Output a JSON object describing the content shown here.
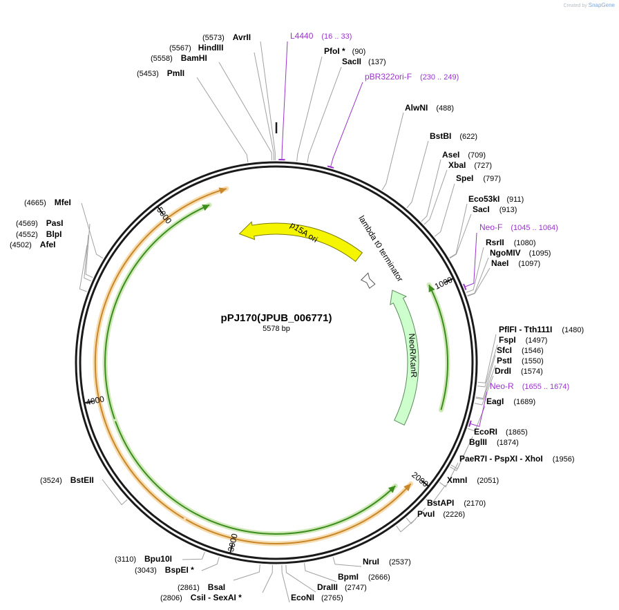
{
  "header": {
    "created_by": "Created by",
    "brand": "SnapGene"
  },
  "plasmid": {
    "name": "pPJ170(JPUB_006771)",
    "size_label": "5578 bp",
    "length": 5578
  },
  "colors": {
    "backbone": "#1a1a1a",
    "primer": "#9933cc",
    "leader": "#a0a0a0",
    "p15a": "#f5f500",
    "neo": "#ccffcc",
    "orange_arc": "#c8872a",
    "green_arc": "#3c8c1e",
    "terminator": "#ffffff"
  },
  "ticks": [
    {
      "pos": 1000,
      "label": "1000"
    },
    {
      "pos": 2000,
      "label": "2000"
    },
    {
      "pos": 3000,
      "label": "3000"
    },
    {
      "pos": 4000,
      "label": "4000"
    },
    {
      "pos": 5000,
      "label": "5000"
    }
  ],
  "features": [
    {
      "name": "p15A ori",
      "color": "#f5f500",
      "icon": "arrow-feature-ccw"
    },
    {
      "name": "lambda t0 terminator",
      "color": "#ffffff",
      "icon": "arrow-feature-ccw"
    },
    {
      "name": "NeoR/KanR",
      "color": "#ccffcc",
      "icon": "arrow-feature-ccw"
    }
  ],
  "primers": [
    {
      "name": "L4440",
      "range": "(16 .. 33)"
    },
    {
      "name": "pBR322ori-F",
      "range": "(230 .. 249)"
    },
    {
      "name": "Neo-F",
      "range": "(1045 .. 1064)"
    },
    {
      "name": "Neo-R",
      "range": "(1655 .. 1674)"
    }
  ],
  "sites": [
    {
      "name": "AvrII",
      "pos": "(5573)",
      "side": "left"
    },
    {
      "name": "HindIII",
      "pos": "(5567)",
      "side": "left"
    },
    {
      "name": "BamHI",
      "pos": "(5558)",
      "side": "left"
    },
    {
      "name": "PmlI",
      "pos": "(5453)",
      "side": "left"
    },
    {
      "name": "PfoI *",
      "pos": "(90)",
      "side": "right"
    },
    {
      "name": "SacII",
      "pos": "(137)",
      "side": "right"
    },
    {
      "name": "AlwNI",
      "pos": "(488)",
      "side": "right"
    },
    {
      "name": "BstBI",
      "pos": "(622)",
      "side": "right"
    },
    {
      "name": "AseI",
      "pos": "(709)",
      "side": "right"
    },
    {
      "name": "XbaI",
      "pos": "(727)",
      "side": "right"
    },
    {
      "name": "SpeI",
      "pos": "(797)",
      "side": "right"
    },
    {
      "name": "Eco53kI",
      "pos": "(911)",
      "side": "right"
    },
    {
      "name": "SacI",
      "pos": "(913)",
      "side": "right"
    },
    {
      "name": "RsrII",
      "pos": "(1080)",
      "side": "right"
    },
    {
      "name": "NgoMIV",
      "pos": "(1095)",
      "side": "right"
    },
    {
      "name": "NaeI",
      "pos": "(1097)",
      "side": "right"
    },
    {
      "name": "PflFI  - Tth111I",
      "pos": "(1480)",
      "side": "right"
    },
    {
      "name": "FspI",
      "pos": "(1497)",
      "side": "right"
    },
    {
      "name": "SfcI",
      "pos": "(1546)",
      "side": "right"
    },
    {
      "name": "PstI",
      "pos": "(1550)",
      "side": "right"
    },
    {
      "name": "DrdI",
      "pos": "(1574)",
      "side": "right"
    },
    {
      "name": "EagI",
      "pos": "(1689)",
      "side": "right"
    },
    {
      "name": "EcoRI",
      "pos": "(1865)",
      "side": "right"
    },
    {
      "name": "BglII",
      "pos": "(1874)",
      "side": "right"
    },
    {
      "name": "PaeR7I  - PspXI  - XhoI",
      "pos": "(1956)",
      "side": "right"
    },
    {
      "name": "XmnI",
      "pos": "(2051)",
      "side": "right"
    },
    {
      "name": "BstAPI",
      "pos": "(2170)",
      "side": "right"
    },
    {
      "name": "PvuI",
      "pos": "(2226)",
      "side": "right"
    },
    {
      "name": "NruI",
      "pos": "(2537)",
      "side": "right"
    },
    {
      "name": "BpmI",
      "pos": "(2666)",
      "side": "right"
    },
    {
      "name": "DraIII",
      "pos": "(2747)",
      "side": "right"
    },
    {
      "name": "EcoNI",
      "pos": "(2765)",
      "side": "right"
    },
    {
      "name": "CsiI  - SexAI *",
      "pos": "(2806)",
      "side": "left"
    },
    {
      "name": "BsaI",
      "pos": "(2861)",
      "side": "left"
    },
    {
      "name": "BspEI *",
      "pos": "(3043)",
      "side": "left"
    },
    {
      "name": "Bpu10I",
      "pos": "(3110)",
      "side": "left"
    },
    {
      "name": "BstEII",
      "pos": "(3524)",
      "side": "left"
    },
    {
      "name": "AfeI",
      "pos": "(4502)",
      "side": "left"
    },
    {
      "name": "BlpI",
      "pos": "(4552)",
      "side": "left"
    },
    {
      "name": "PasI",
      "pos": "(4569)",
      "side": "left"
    },
    {
      "name": "MfeI",
      "pos": "(4665)",
      "side": "left"
    }
  ]
}
